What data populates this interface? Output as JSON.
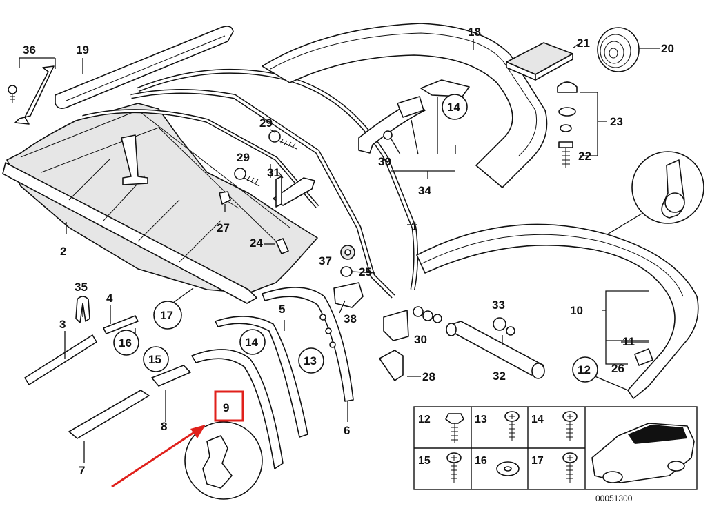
{
  "diagram": {
    "part_labels": [
      {
        "id": "p1",
        "text": "1"
      },
      {
        "id": "p2",
        "text": "2"
      },
      {
        "id": "p3",
        "text": "3"
      },
      {
        "id": "p4",
        "text": "4"
      },
      {
        "id": "p5",
        "text": "5"
      },
      {
        "id": "p6",
        "text": "6"
      },
      {
        "id": "p7",
        "text": "7"
      },
      {
        "id": "p8",
        "text": "8"
      },
      {
        "id": "p9",
        "text": "9"
      },
      {
        "id": "p10",
        "text": "10"
      },
      {
        "id": "p11",
        "text": "11"
      },
      {
        "id": "p12",
        "text": "12"
      },
      {
        "id": "p13",
        "text": "13"
      },
      {
        "id": "p14a",
        "text": "14"
      },
      {
        "id": "p14b",
        "text": "14"
      },
      {
        "id": "p15",
        "text": "15"
      },
      {
        "id": "p16",
        "text": "16"
      },
      {
        "id": "p17",
        "text": "17"
      },
      {
        "id": "p18",
        "text": "18"
      },
      {
        "id": "p19",
        "text": "19"
      },
      {
        "id": "p20",
        "text": "20"
      },
      {
        "id": "p21",
        "text": "21"
      },
      {
        "id": "p22",
        "text": "22"
      },
      {
        "id": "p23",
        "text": "23"
      },
      {
        "id": "p24",
        "text": "24"
      },
      {
        "id": "p25",
        "text": "25"
      },
      {
        "id": "p26",
        "text": "26"
      },
      {
        "id": "p27",
        "text": "27"
      },
      {
        "id": "p28",
        "text": "28"
      },
      {
        "id": "p29a",
        "text": "29"
      },
      {
        "id": "p29b",
        "text": "29"
      },
      {
        "id": "p30",
        "text": "30"
      },
      {
        "id": "p31",
        "text": "31"
      },
      {
        "id": "p32",
        "text": "32"
      },
      {
        "id": "p33",
        "text": "33"
      },
      {
        "id": "p34",
        "text": "34"
      },
      {
        "id": "p35",
        "text": "35"
      },
      {
        "id": "p36",
        "text": "36"
      },
      {
        "id": "p37",
        "text": "37"
      },
      {
        "id": "p38",
        "text": "38"
      },
      {
        "id": "p39",
        "text": "39"
      },
      {
        "id": "p12b",
        "text": "12"
      }
    ],
    "highlighted_part": "9",
    "highlight_color": "#e0201b",
    "legend_table": [
      {
        "row": 1,
        "items": [
          {
            "num": "12",
            "icon": "flange-screw-icon"
          },
          {
            "num": "13",
            "icon": "pan-screw-icon"
          },
          {
            "num": "14",
            "icon": "pan-screw-icon"
          }
        ]
      },
      {
        "row": 2,
        "items": [
          {
            "num": "15",
            "icon": "pan-screw-icon"
          },
          {
            "num": "16",
            "icon": "washer-icon"
          },
          {
            "num": "17",
            "icon": "pan-screw-icon"
          }
        ]
      }
    ],
    "diagram_code": "00051300"
  }
}
